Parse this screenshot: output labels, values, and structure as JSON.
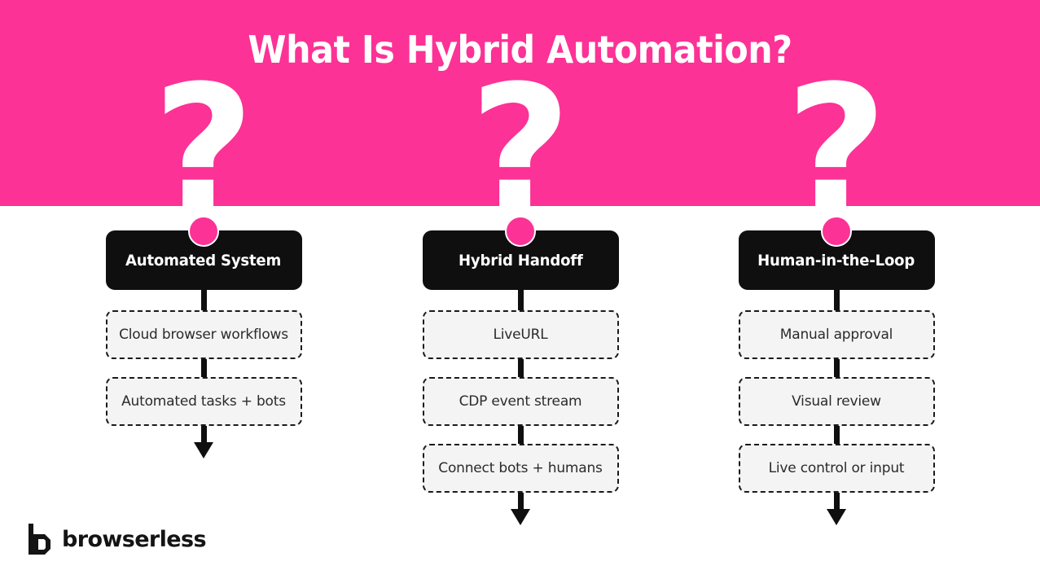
{
  "hero": {
    "title": "What Is Hybrid Automation?",
    "background_color": "#fc3296",
    "question_mark": "?",
    "question_marks_count": 3
  },
  "colors": {
    "pink": "#fc3296",
    "black": "#0f0f0f",
    "box_fill": "#f4f4f4",
    "box_border": "#1a1a1a",
    "white": "#ffffff"
  },
  "columns": [
    {
      "header": "Automated System",
      "steps": [
        "Cloud browser workflows",
        "Automated tasks + bots"
      ]
    },
    {
      "header": "Hybrid Handoff",
      "steps": [
        "LiveURL",
        "CDP event stream",
        "Connect bots + humans"
      ]
    },
    {
      "header": "Human-in-the-Loop",
      "steps": [
        "Manual approval",
        "Visual review",
        "Live control or input"
      ]
    }
  ],
  "logo": {
    "text": "browserless",
    "mark": "browserless-b-mark"
  }
}
